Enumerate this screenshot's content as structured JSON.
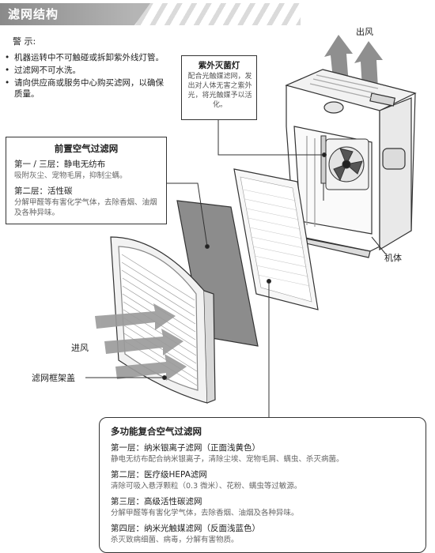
{
  "header": {
    "title": "滤网结构"
  },
  "warning": {
    "heading": "警 示:",
    "items": [
      "机器运转中不可触碰或拆卸紫外线灯管。",
      "过滤网不可水洗。",
      "请向供应商或服务中心购买滤网，以确保质量。"
    ]
  },
  "uv_lamp": {
    "title": "紫外灭菌灯",
    "desc": "配合光触媒滤网，发出对人体无害之紫外光，将光触媒予以活化。"
  },
  "pre_filter": {
    "title": "前置空气过滤网",
    "layers": [
      {
        "name": "第一 / 三层：静电无纺布",
        "desc": "吸附灰尘、宠物毛屑，抑制尘螨。"
      },
      {
        "name": "第二层：活性碳",
        "desc": "分解甲醛等有害化学气体，去除香烟、油烟及各种异味。"
      }
    ]
  },
  "labels": {
    "outlet": "出风",
    "inlet": "进风",
    "body": "机体",
    "frame_cover": "滤网框架盖"
  },
  "multi_filter": {
    "title": "多功能复合空气过滤网",
    "layers": [
      {
        "name": "第一层：纳米银离子滤网（正面浅黄色）",
        "desc": "静电无纺布配合纳米银离子，清除尘埃、宠物毛屑、螨虫、杀灭病菌。"
      },
      {
        "name": "第二层：医疗级HEPA滤网",
        "desc": "清除可吸入悬浮颗粒（0.3 微米）、花粉、螨虫等过敏源。"
      },
      {
        "name": "第三层：高级活性碳滤网",
        "desc": "分解甲醛等有害化学气体，去除香烟、油烟及各种异味。"
      },
      {
        "name": "第四层：纳米光触媒滤网（反面浅蓝色）",
        "desc": "杀灭致病细菌、病毒，分解有害物质。"
      }
    ]
  },
  "colors": {
    "banner": "#9a9a9a",
    "arrow": "#8f8f8f",
    "carbon": "#8c8c8c",
    "line": "#333333"
  }
}
